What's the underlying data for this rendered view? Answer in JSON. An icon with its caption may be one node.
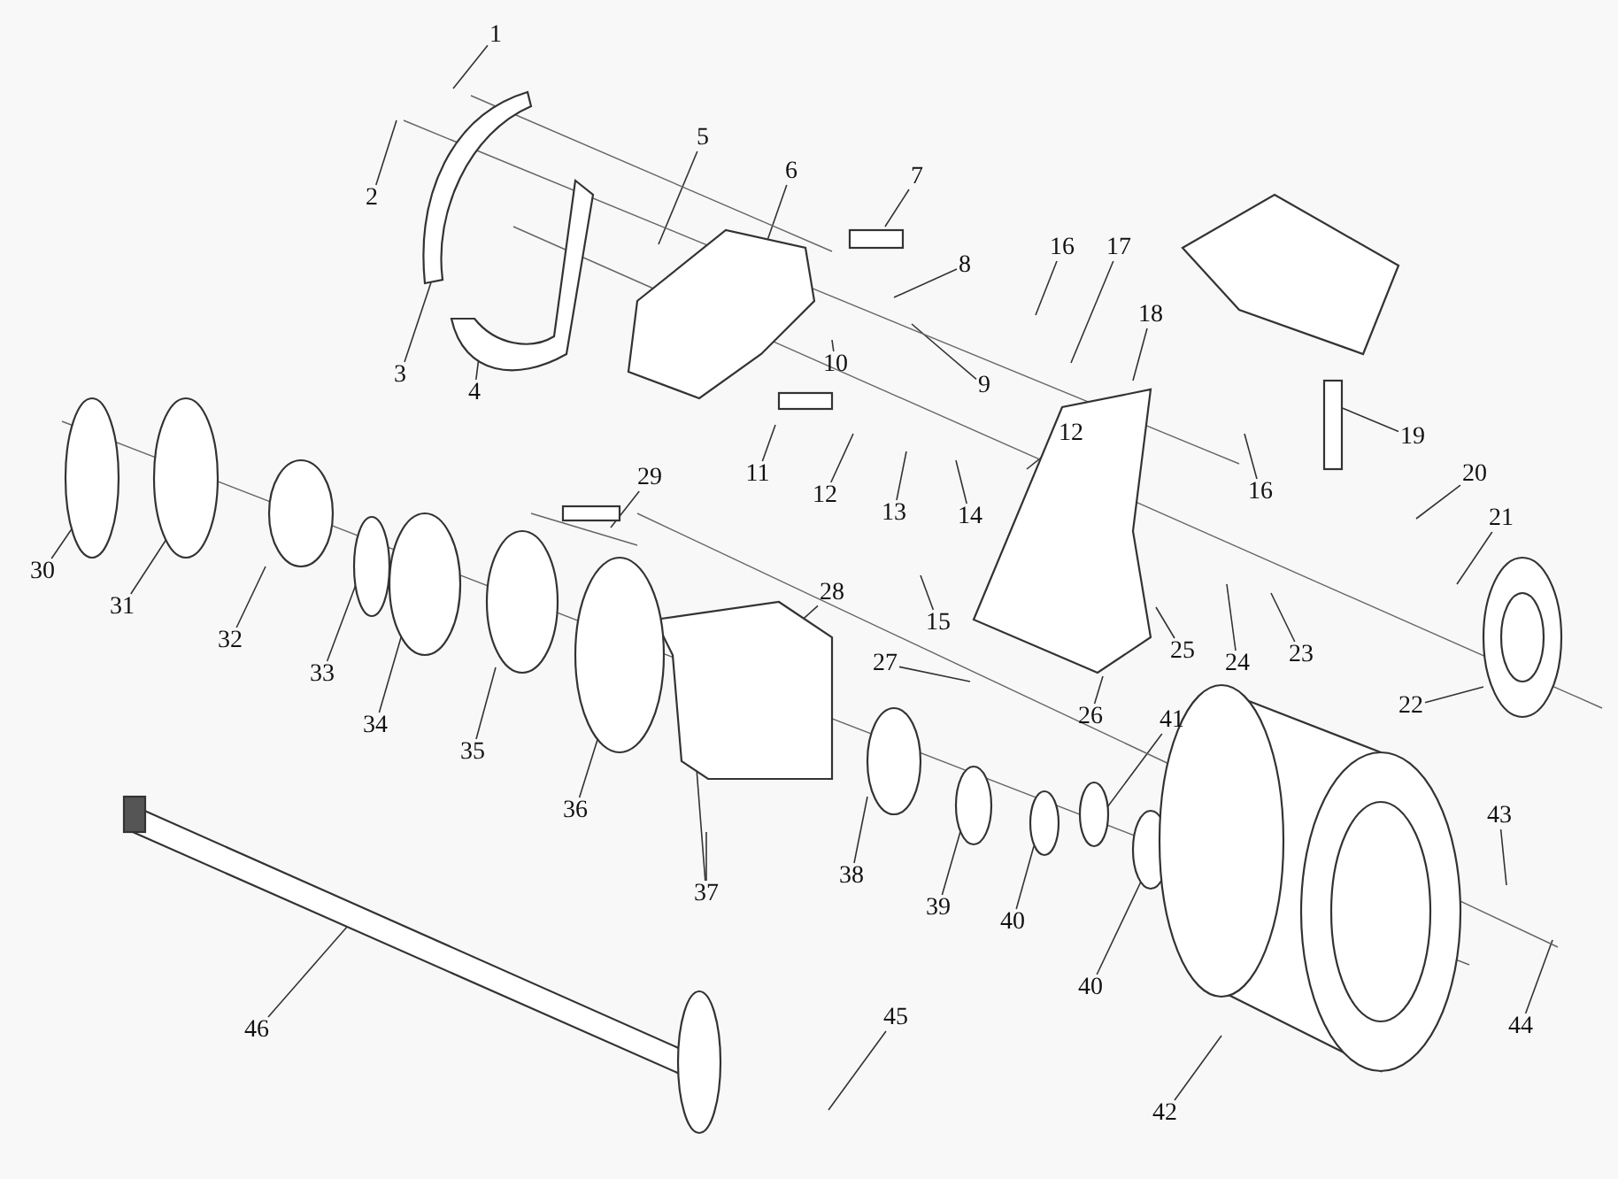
{
  "diagram": {
    "nodes": [
      {
        "text": [
          "1"
        ]
      },
      {
        "text": [
          "2"
        ]
      },
      {
        "text": [
          "3"
        ]
      },
      {
        "text": [
          "4"
        ]
      },
      {
        "text": [
          "5"
        ]
      },
      {
        "text": [
          "6"
        ]
      },
      {
        "text": [
          "7"
        ]
      },
      {
        "text": [
          "8"
        ]
      },
      {
        "text": [
          "9"
        ]
      },
      {
        "text": [
          "10"
        ]
      },
      {
        "text": [
          "11"
        ]
      },
      {
        "text": [
          "12"
        ]
      },
      {
        "text": [
          "12"
        ]
      },
      {
        "text": [
          "13"
        ]
      },
      {
        "text": [
          "14"
        ]
      },
      {
        "text": [
          "15"
        ]
      },
      {
        "text": [
          "16"
        ]
      },
      {
        "text": [
          "16"
        ]
      },
      {
        "text": [
          "17"
        ]
      },
      {
        "text": [
          "18"
        ]
      },
      {
        "text": [
          "19"
        ]
      },
      {
        "text": [
          "20"
        ]
      },
      {
        "text": [
          "21"
        ]
      },
      {
        "text": [
          "22"
        ]
      },
      {
        "text": [
          "23"
        ]
      },
      {
        "text": [
          "24"
        ]
      },
      {
        "text": [
          "25"
        ]
      },
      {
        "text": [
          "26"
        ]
      },
      {
        "text": [
          "27"
        ]
      },
      {
        "text": [
          "28"
        ]
      },
      {
        "text": [
          "29"
        ]
      },
      {
        "text": [
          "30"
        ]
      },
      {
        "text": [
          "31"
        ]
      },
      {
        "text": [
          "32"
        ]
      },
      {
        "text": [
          "33"
        ]
      },
      {
        "text": [
          "34"
        ]
      },
      {
        "text": [
          "35"
        ]
      },
      {
        "text": [
          "36"
        ]
      },
      {
        "text": [
          "37"
        ]
      },
      {
        "text": [
          "38"
        ]
      },
      {
        "text": [
          "39"
        ]
      },
      {
        "text": [
          "40"
        ]
      },
      {
        "text": [
          "40"
        ]
      },
      {
        "text": [
          "41"
        ]
      },
      {
        "text": [
          "42"
        ]
      },
      {
        "text": [
          "43"
        ]
      },
      {
        "text": [
          "44"
        ]
      },
      {
        "text": [
          "45"
        ]
      },
      {
        "text": [
          "46"
        ]
      }
    ],
    "edges": [
      {
        "from": 0,
        "to": null,
        "arrow": "none"
      },
      {
        "from": 1,
        "to": null,
        "arrow": "none"
      },
      {
        "from": 2,
        "to": null,
        "arrow": "none"
      },
      {
        "from": 3,
        "to": null,
        "arrow": "none"
      },
      {
        "from": 4,
        "to": null,
        "arrow": "none"
      },
      {
        "from": 5,
        "to": null,
        "arrow": "none"
      },
      {
        "from": 6,
        "to": null,
        "arrow": "none"
      },
      {
        "from": 7,
        "to": null,
        "arrow": "none"
      },
      {
        "from": 8,
        "to": null,
        "arrow": "none"
      },
      {
        "from": 9,
        "to": null,
        "arrow": "none"
      },
      {
        "from": 10,
        "to": null,
        "arrow": "none"
      },
      {
        "from": 11,
        "to": null,
        "arrow": "none"
      },
      {
        "from": 12,
        "to": null,
        "arrow": "none"
      },
      {
        "from": 13,
        "to": null,
        "arrow": "none"
      },
      {
        "from": 14,
        "to": null,
        "arrow": "none"
      },
      {
        "from": 15,
        "to": null,
        "arrow": "none"
      },
      {
        "from": 16,
        "to": null,
        "arrow": "none"
      },
      {
        "from": 17,
        "to": null,
        "arrow": "none"
      },
      {
        "from": 18,
        "to": null,
        "arrow": "none"
      },
      {
        "from": 19,
        "to": null,
        "arrow": "none"
      },
      {
        "from": 20,
        "to": null,
        "arrow": "none"
      },
      {
        "from": 21,
        "to": null,
        "arrow": "none"
      },
      {
        "from": 22,
        "to": null,
        "arrow": "none"
      },
      {
        "from": 23,
        "to": null,
        "arrow": "none"
      },
      {
        "from": 24,
        "to": null,
        "arrow": "none"
      },
      {
        "from": 25,
        "to": null,
        "arrow": "none"
      },
      {
        "from": 26,
        "to": null,
        "arrow": "none"
      },
      {
        "from": 27,
        "to": null,
        "arrow": "none"
      },
      {
        "from": 28,
        "to": null,
        "arrow": "none"
      },
      {
        "from": 29,
        "to": null,
        "arrow": "none"
      },
      {
        "from": 30,
        "to": null,
        "arrow": "none"
      },
      {
        "from": 31,
        "to": null,
        "arrow": "none"
      },
      {
        "from": 32,
        "to": null,
        "arrow": "none"
      },
      {
        "from": 33,
        "to": null,
        "arrow": "none"
      },
      {
        "from": 34,
        "to": null,
        "arrow": "none"
      },
      {
        "from": 35,
        "to": null,
        "arrow": "none"
      },
      {
        "from": 36,
        "to": null,
        "arrow": "none"
      },
      {
        "from": 37,
        "to": null,
        "arrow": "none"
      },
      {
        "from": 38,
        "to": null,
        "arrow": "none"
      },
      {
        "from": 38,
        "to": null,
        "arrow": "none"
      },
      {
        "from": 39,
        "to": null,
        "arrow": "none"
      },
      {
        "from": 40,
        "to": null,
        "arrow": "none"
      },
      {
        "from": 41,
        "to": null,
        "arrow": "none"
      },
      {
        "from": 42,
        "to": null,
        "arrow": "none"
      },
      {
        "from": 43,
        "to": null,
        "arrow": "none"
      },
      {
        "from": 44,
        "to": null,
        "arrow": "none"
      },
      {
        "from": 45,
        "to": null,
        "arrow": "none"
      },
      {
        "from": 46,
        "to": null,
        "arrow": "none"
      },
      {
        "from": 47,
        "to": null,
        "arrow": "none"
      },
      {
        "from": 48,
        "to": null,
        "arrow": "none"
      }
    ]
  }
}
